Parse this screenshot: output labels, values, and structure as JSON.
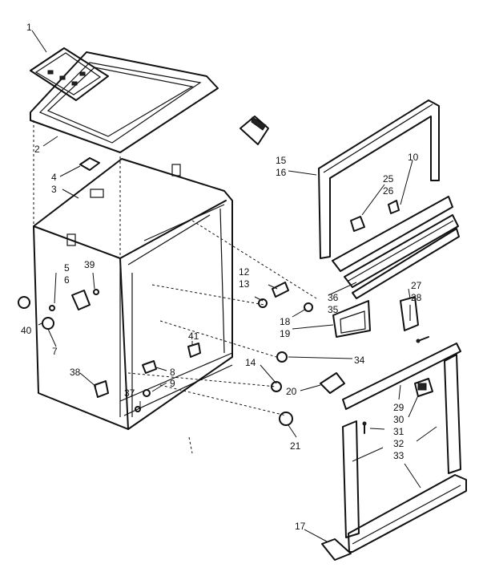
{
  "labels": {
    "l1": "1",
    "l2": "2",
    "l3": "3",
    "l4": "4",
    "l5": "5",
    "l6": "6",
    "l7": "7",
    "l8": "8",
    "l9": "9",
    "l10": "10",
    "l12": "12",
    "l13": "13",
    "l14": "14",
    "l15": "15",
    "l16": "16",
    "l17": "17",
    "l18": "18",
    "l19": "19",
    "l20": "20",
    "l21": "21",
    "l25": "25",
    "l26": "26",
    "l27": "27",
    "l28": "28",
    "l29": "29",
    "l30": "30",
    "l31": "31",
    "l32": "32",
    "l33": "33",
    "l34": "34",
    "l35": "35",
    "l36": "36",
    "l37": "37",
    "l38": "38",
    "l39": "39",
    "l40": "40",
    "l41": "41"
  }
}
